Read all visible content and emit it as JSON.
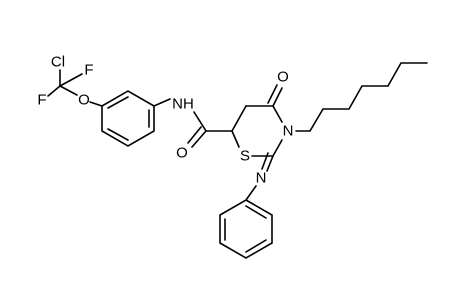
{
  "molecule": {
    "atoms": {
      "cl": "Cl",
      "f_top": "F",
      "f_left": "F",
      "o_ether": "O",
      "nh": "NH",
      "o_amide": "O",
      "o_ring": "O",
      "s_ring": "S",
      "n_ring": "N",
      "n_imine": "N"
    }
  }
}
